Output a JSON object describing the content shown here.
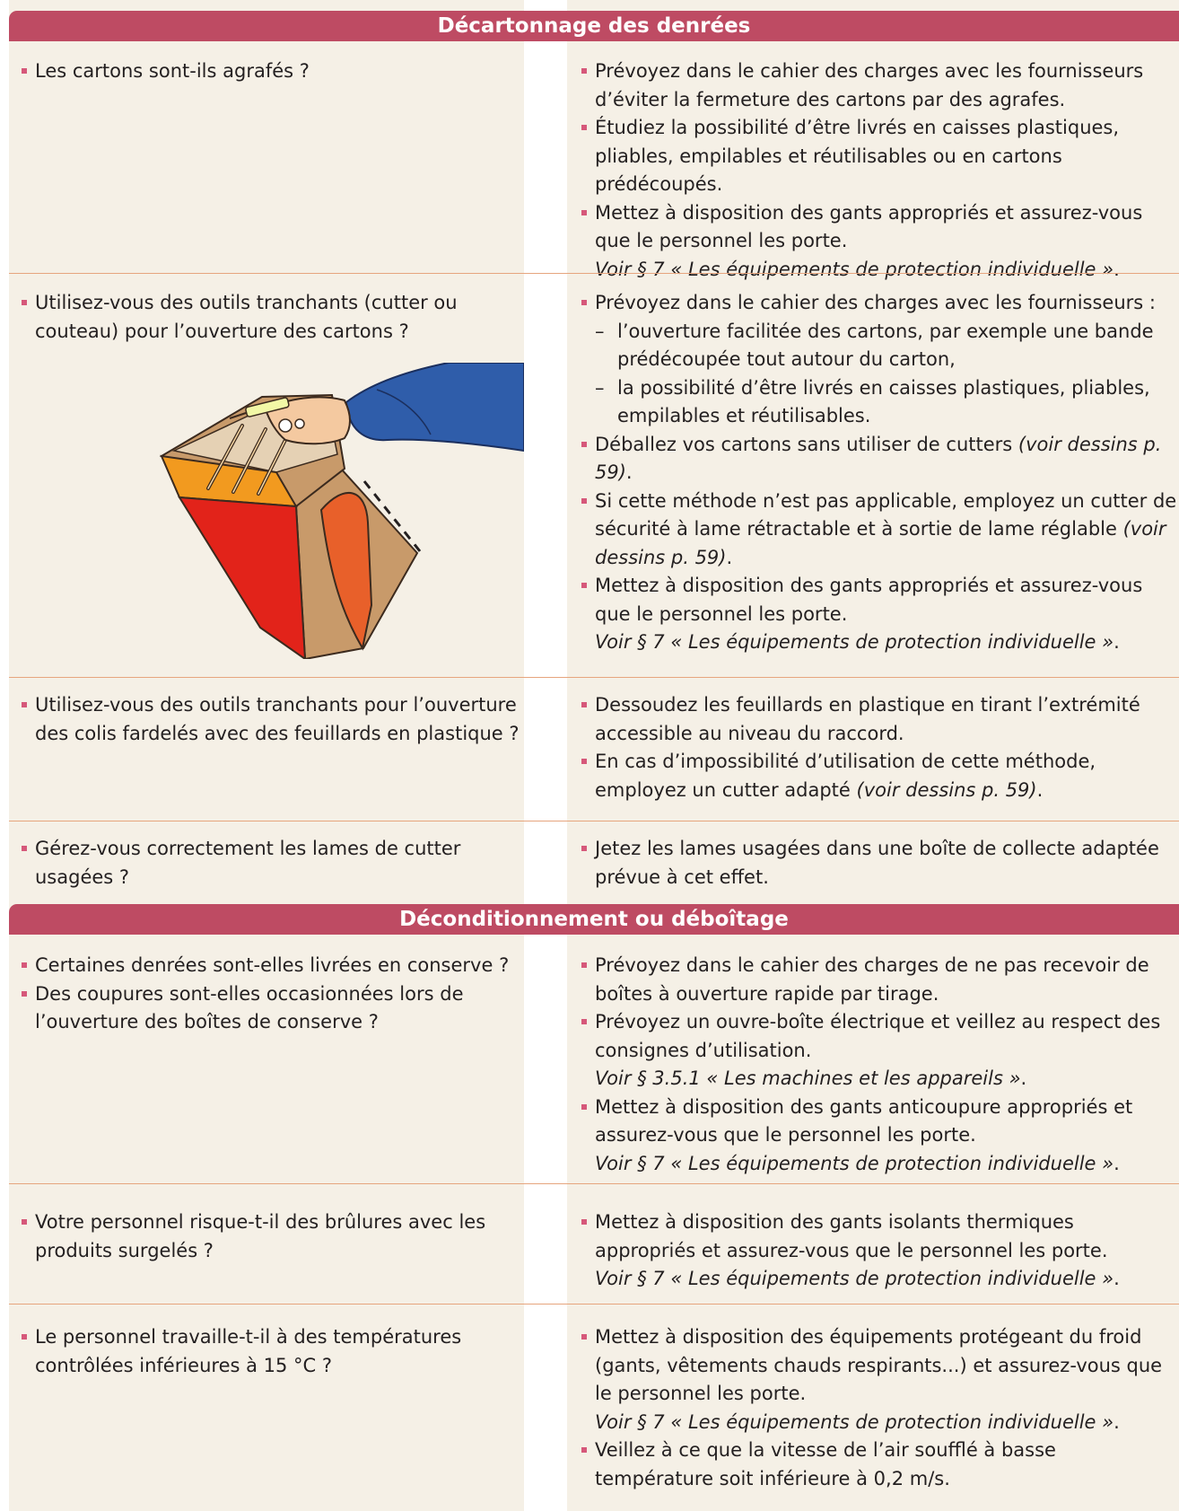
{
  "sections": [
    {
      "title": "Décartonnage des denrées",
      "rows": [
        {
          "question": [
            "Les cartons sont-ils agrafés ?"
          ],
          "answer": [
            {
              "type": "bullet",
              "text": "Prévoyez dans le cahier des charges avec les fournisseurs d’éviter la fermeture des cartons par des agrafes."
            },
            {
              "type": "bullet",
              "text": "Étudiez la possibilité d’être livrés en caisses plastiques, pliables, empilables et réutilisables ou en cartons prédécoupés."
            },
            {
              "type": "bullet",
              "text": "Mettez à disposition des gants appropriés et assurez-vous que le personnel les porte."
            },
            {
              "type": "ref",
              "text": "Voir § 7 « Les équipements de protection individuelle »",
              "end": "."
            }
          ]
        },
        {
          "question": [
            "Utilisez-vous des outils tranchants (cutter ou couteau) pour l’ouverture des cartons ?"
          ],
          "answer": [
            {
              "type": "bullet",
              "text": "Prévoyez dans le cahier des charges avec les fournisseurs :"
            },
            {
              "type": "sub",
              "dash": "–",
              "text": "l’ouverture facilitée des cartons, par exemple une bande prédécoupée tout autour du carton,"
            },
            {
              "type": "sub",
              "dash": "–",
              "text": "la possibilité d’être livrés en caisses plastiques, pliables, empilables et réutilisables."
            },
            {
              "type": "bullet",
              "text": "Déballez vos cartons sans utiliser de cutters ",
              "italic": "(voir dessins p. 59)",
              "end": "."
            },
            {
              "type": "bullet",
              "text": "Si cette méthode n’est pas applicable, employez un cutter de sécurité à lame rétractable et à sortie de lame réglable ",
              "italic": "(voir dessins p. 59)",
              "end": "."
            },
            {
              "type": "bullet",
              "text": "Mettez à disposition des gants appropriés et assurez-vous que le personnel les porte."
            },
            {
              "type": "ref",
              "text": "Voir § 7 « Les équipements de protection individuelle »",
              "end": "."
            }
          ]
        },
        {
          "question": [
            "Utilisez-vous des outils tranchants pour l’ouverture des colis fardelés avec des feuillards en plastique ?"
          ],
          "answer": [
            {
              "type": "bullet",
              "text": "Dessoudez les feuillards en plastique en tirant l’extrémité accessible au niveau du raccord."
            },
            {
              "type": "bullet",
              "text": "En cas d’impossibilité d’utilisation de cette méthode, employez un cutter adapté ",
              "italic": "(voir dessins p. 59)",
              "end": "."
            }
          ]
        },
        {
          "question": [
            "Gérez-vous correctement les lames de cutter usagées ?"
          ],
          "answer": [
            {
              "type": "bullet",
              "text": "Jetez les lames usagées dans une boîte de collecte adaptée prévue à cet effet."
            }
          ]
        }
      ]
    },
    {
      "title": "Déconditionnement ou déboîtage",
      "rows": [
        {
          "question": [
            "Certaines denrées sont-elles livrées en conserve ?",
            "Des coupures sont-elles occasionnées lors de l’ouverture des boîtes de conserve ?"
          ],
          "answer": [
            {
              "type": "bullet",
              "text": "Prévoyez dans le cahier des charges de ne pas recevoir de boîtes à ouverture rapide par tirage."
            },
            {
              "type": "bullet",
              "text": "Prévoyez un ouvre-boîte électrique et veillez au respect des consignes d’utilisation."
            },
            {
              "type": "ref",
              "text": "Voir § 3.5.1 « Les machines et les appareils »",
              "end": "."
            },
            {
              "type": "bullet",
              "text": "Mettez à disposition des gants anticoupure appropriés et assurez-vous que le personnel les porte."
            },
            {
              "type": "ref",
              "text": "Voir § 7 « Les équipements de protection individuelle »",
              "end": "."
            }
          ]
        },
        {
          "question": [
            "Votre personnel risque-t-il des brûlures avec les produits surgelés ?"
          ],
          "answer": [
            {
              "type": "bullet",
              "text": "Mettez à disposition des gants isolants thermiques appropriés et assurez-vous que le personnel les porte."
            },
            {
              "type": "ref",
              "text": "Voir § 7 « Les équipements de protection individuelle »",
              "end": "."
            }
          ]
        },
        {
          "question": [
            "Le personnel travaille-t-il à des températures contrôlées inférieures à 15 °C ?"
          ],
          "answer": [
            {
              "type": "bullet",
              "text": "Mettez à disposition des équipements protégeant du froid (gants, vêtements chauds respirants...) et assurez-vous que le personnel les porte."
            },
            {
              "type": "ref",
              "text": "Voir § 7 « Les équipements de protection individuelle »",
              "end": "."
            },
            {
              "type": "bullet",
              "text": "Veillez à ce que la vitesse de l’air soufflé à basse température soit inférieure à 0,2 m/s."
            }
          ]
        }
      ]
    }
  ],
  "illustration": {
    "icon": "cardboard-box-cutter-illustration",
    "colors": {
      "box": "#c89a6a",
      "flap": "#f29a1f",
      "front": "#e2231a",
      "strip": "#e8602a",
      "sleeve": "#2f5daa"
    }
  }
}
